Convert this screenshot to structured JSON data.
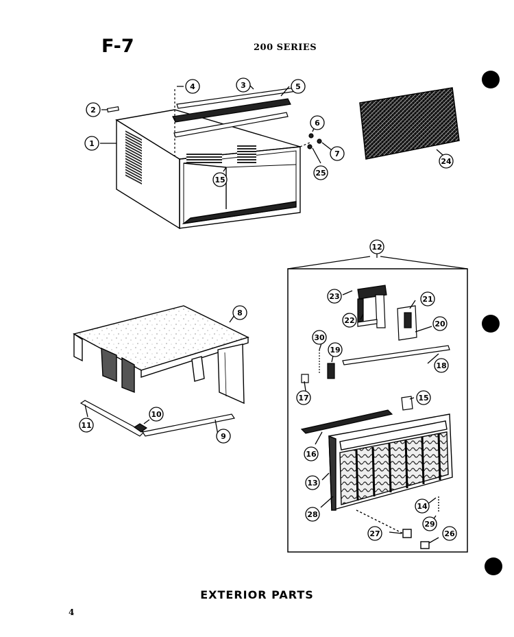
{
  "header": {
    "figure_code": "F-7",
    "series": "200 SERIES"
  },
  "caption": "EXTERIOR PARTS",
  "page_number": "4",
  "callouts": {
    "c1": "1",
    "c2": "2",
    "c3": "3",
    "c4": "4",
    "c5": "5",
    "c6": "6",
    "c7": "7",
    "c25": "25",
    "c15": "15",
    "c24": "24",
    "c8": "8",
    "c11": "11",
    "c10": "10",
    "c9": "9",
    "c12": "12",
    "c23": "23",
    "c22": "22",
    "c21": "21",
    "c20": "20",
    "c30": "30",
    "c19": "19",
    "c18": "18",
    "c17": "17",
    "c15b": "15",
    "c16": "16",
    "c13": "13",
    "c28": "28",
    "c14": "14",
    "c29": "29",
    "c27": "27",
    "c26": "26"
  }
}
